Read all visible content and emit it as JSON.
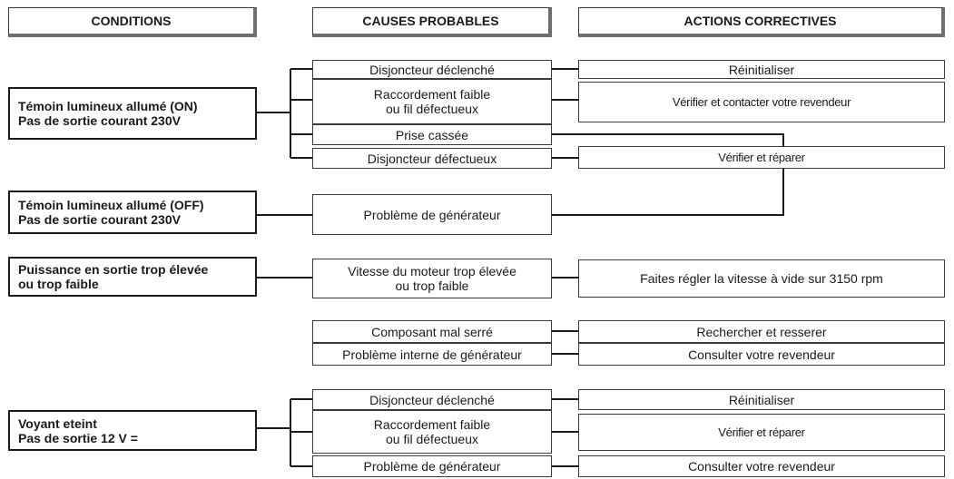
{
  "headers": {
    "conditions": "CONDITIONS",
    "causes": "CAUSES PROBABLES",
    "actions": "ACTIONS CORRECTIVES"
  },
  "conditions": [
    {
      "line1": "Témoin lumineux allumé (ON)",
      "line2": "Pas de sortie courant 230V"
    },
    {
      "line1": "Témoin lumineux allumé (OFF)",
      "line2": "Pas de sortie courant 230V"
    },
    {
      "line1": "Puissance en sortie trop élevée",
      "line2": "ou trop faible"
    },
    {
      "line1": "Voyant eteint",
      "line2": "Pas de sortie 12 V ="
    }
  ],
  "causes": [
    {
      "line1": "Disjoncteur déclenché",
      "line2": ""
    },
    {
      "line1": "Raccordement faible",
      "line2": "ou fil défectueux"
    },
    {
      "line1": "Prise cassée",
      "line2": ""
    },
    {
      "line1": "Disjoncteur défectueux",
      "line2": ""
    },
    {
      "line1": "Problème de générateur",
      "line2": ""
    },
    {
      "line1": "Vitesse du moteur trop élevée",
      "line2": "ou trop faible"
    },
    {
      "line1": "Composant mal serré",
      "line2": ""
    },
    {
      "line1": "Problème interne de générateur",
      "line2": ""
    },
    {
      "line1": "Disjoncteur déclenché",
      "line2": ""
    },
    {
      "line1": "Raccordement faible",
      "line2": "ou fil défectueux"
    },
    {
      "line1": "Problème de générateur",
      "line2": ""
    }
  ],
  "actions": [
    "Réinitialiser",
    "Vérifier et contacter votre revendeur",
    "Vérifier et réparer",
    "Faites régler la vitesse à vide sur 3150 rpm",
    "Rechercher et resserer",
    "Consulter votre revendeur",
    "Réinitialiser",
    "Vérifier et réparer",
    "Consulter votre revendeur"
  ]
}
